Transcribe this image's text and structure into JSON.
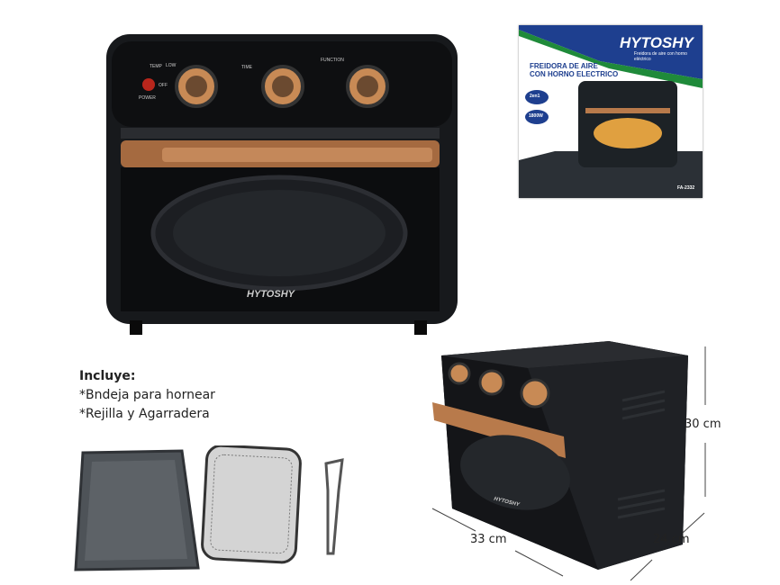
{
  "product": {
    "brand": "HYTOSHY",
    "knob_labels": {
      "temp": "TEMP",
      "time": "TIME",
      "function": "FUNCTION",
      "power": "POWER",
      "low": "LOW",
      "off": "OFF"
    }
  },
  "box": {
    "brand": "HYTOSHY",
    "tagline": "Freidora de aire con horno eléctrico",
    "title_line1": "FREIDORA DE AIRE",
    "title_line2": "CON HORNO ELECTRICO",
    "badge_1": "2en1",
    "badge_2": "1800W",
    "model": "FA-2332"
  },
  "includes": {
    "heading": "Incluye:",
    "items": [
      "*Bndeja para hornear",
      "*Rejilla y Agarradera"
    ]
  },
  "dimensions": {
    "height": "30 cm",
    "width": "33 cm",
    "depth": "24 cm"
  },
  "colors": {
    "body": "#15171a",
    "copper": "#b87a4b",
    "box_green": "#1f8a3a",
    "box_blue": "#1e3f8f"
  }
}
